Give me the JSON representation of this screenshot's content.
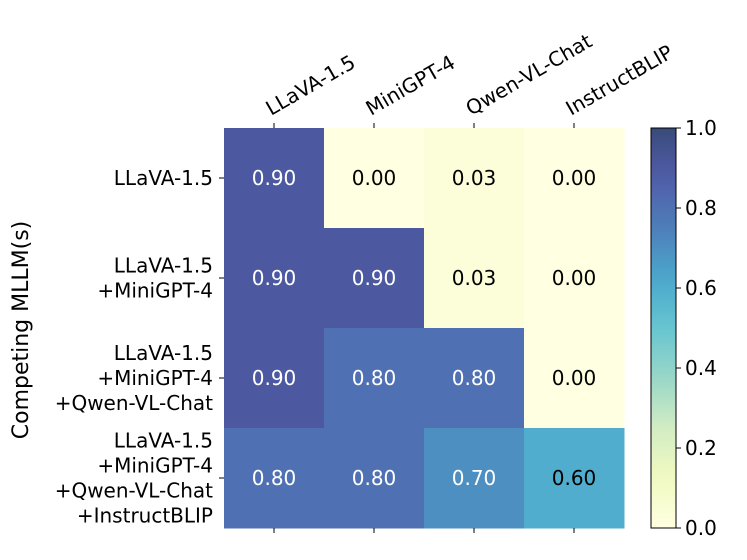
{
  "chart_data": {
    "type": "heatmap",
    "title": "",
    "xlabel": "",
    "ylabel": "Competing MLLM(s)",
    "x_categories": [
      "LLaVA-1.5",
      "MiniGPT-4",
      "Qwen-VL-Chat",
      "InstructBLIP"
    ],
    "y_categories": [
      [
        "LLaVA-1.5"
      ],
      [
        "LLaVA-1.5",
        "+MiniGPT-4"
      ],
      [
        "LLaVA-1.5",
        "+MiniGPT-4",
        "+Qwen-VL-Chat"
      ],
      [
        "LLaVA-1.5",
        "+MiniGPT-4",
        "+Qwen-VL-Chat",
        "+InstructBLIP"
      ]
    ],
    "values": [
      [
        0.9,
        0.0,
        0.03,
        0.0
      ],
      [
        0.9,
        0.9,
        0.03,
        0.0
      ],
      [
        0.9,
        0.8,
        0.8,
        0.0
      ],
      [
        0.8,
        0.8,
        0.7,
        0.6
      ]
    ],
    "value_labels": [
      [
        "0.90",
        "0.00",
        "0.03",
        "0.00"
      ],
      [
        "0.90",
        "0.90",
        "0.03",
        "0.00"
      ],
      [
        "0.90",
        "0.80",
        "0.80",
        "0.00"
      ],
      [
        "0.80",
        "0.80",
        "0.70",
        "0.60"
      ]
    ],
    "colormap": "YlGnBu",
    "colorbar": {
      "range": [
        0.0,
        1.0
      ],
      "ticks": [
        0.0,
        0.2,
        0.4,
        0.6,
        0.8,
        1.0
      ],
      "tick_labels": [
        "0.0",
        "0.2",
        "0.4",
        "0.6",
        "0.8",
        "1.0"
      ]
    },
    "grid": false,
    "legend": "colorbar-right"
  }
}
